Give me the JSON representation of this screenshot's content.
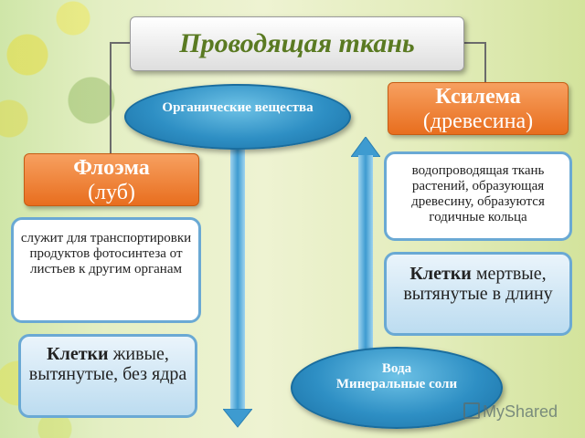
{
  "title": "Проводящая ткань",
  "phloem": {
    "name": "Флоэма",
    "alt_name": "(луб)",
    "description": "служит для транспортировки продуктов фотосинтеза от листьев к другим органам",
    "cells_bold": "Клетки",
    "cells_text": " живые, вытянутые, без ядра"
  },
  "xylem": {
    "name": "Ксилема",
    "alt_name": "(древесина)",
    "description": "водопроводящая ткань растений, образующая древесину, образуются годичные кольца",
    "cells_bold": "Клетки",
    "cells_text": " мертвые, вытянутые в длину"
  },
  "downward_flow": "Органические вещества",
  "upward_flow": {
    "line1": "Вода",
    "line2": "Минеральные соли"
  },
  "watermark": "MyShared",
  "colors": {
    "title_text": "#5a7a22",
    "orange": "#e86e1e",
    "blue": "#2e8fc4",
    "border_blue": "#6aa9d4"
  }
}
